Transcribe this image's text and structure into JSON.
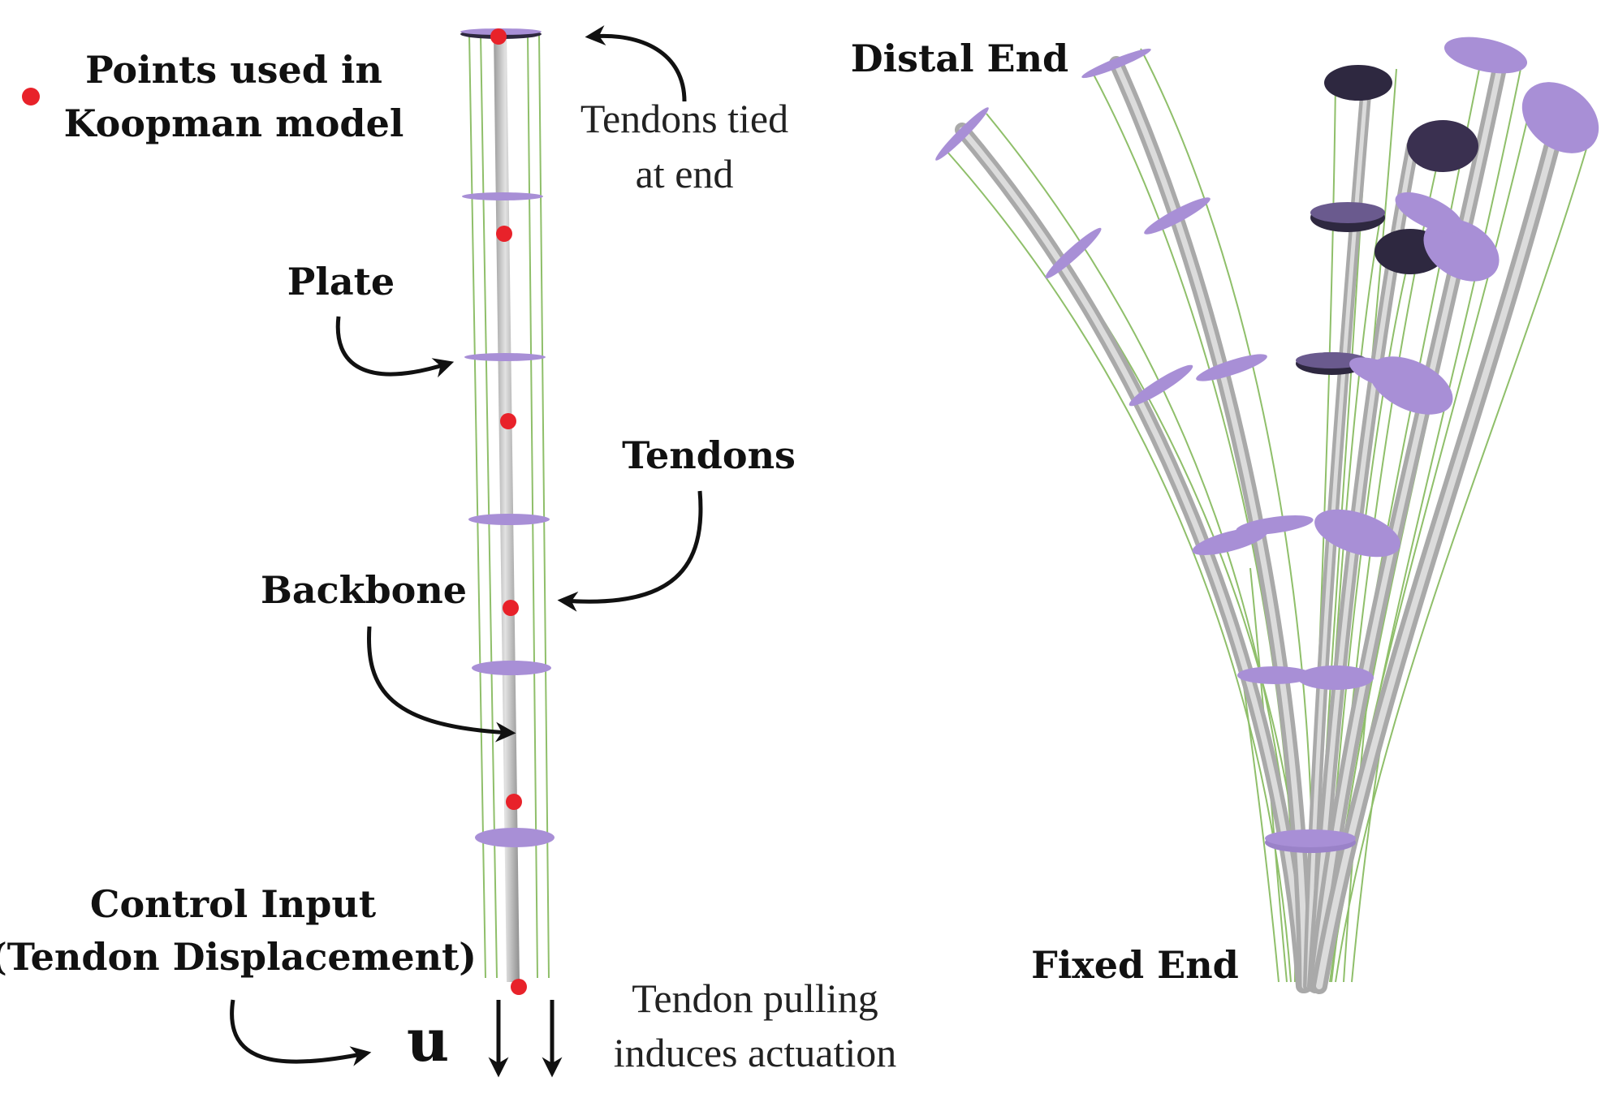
{
  "legend": {
    "marker_label_line1": "Points used in",
    "marker_label_line2": "Koopman model"
  },
  "left_panel": {
    "tendons_tied_line1": "Tendons tied",
    "tendons_tied_line2": "at end",
    "plate": "Plate",
    "tendons": "Tendons",
    "backbone": "Backbone",
    "control_input_line1": "Control Input",
    "control_input_line2": "(Tendon Displacement)",
    "u_symbol": "u",
    "tendon_pulling_line1": "Tendon pulling",
    "tendon_pulling_line2": "induces actuation"
  },
  "right_panel": {
    "distal_end": "Distal End",
    "fixed_end": "Fixed End"
  },
  "colors": {
    "plate": "#a88fd6",
    "plate_dark": "#3a3050",
    "backbone": "#c4c4c4",
    "tendon": "#8fbf6a",
    "marker": "#e8222a",
    "arrow": "#111111"
  }
}
